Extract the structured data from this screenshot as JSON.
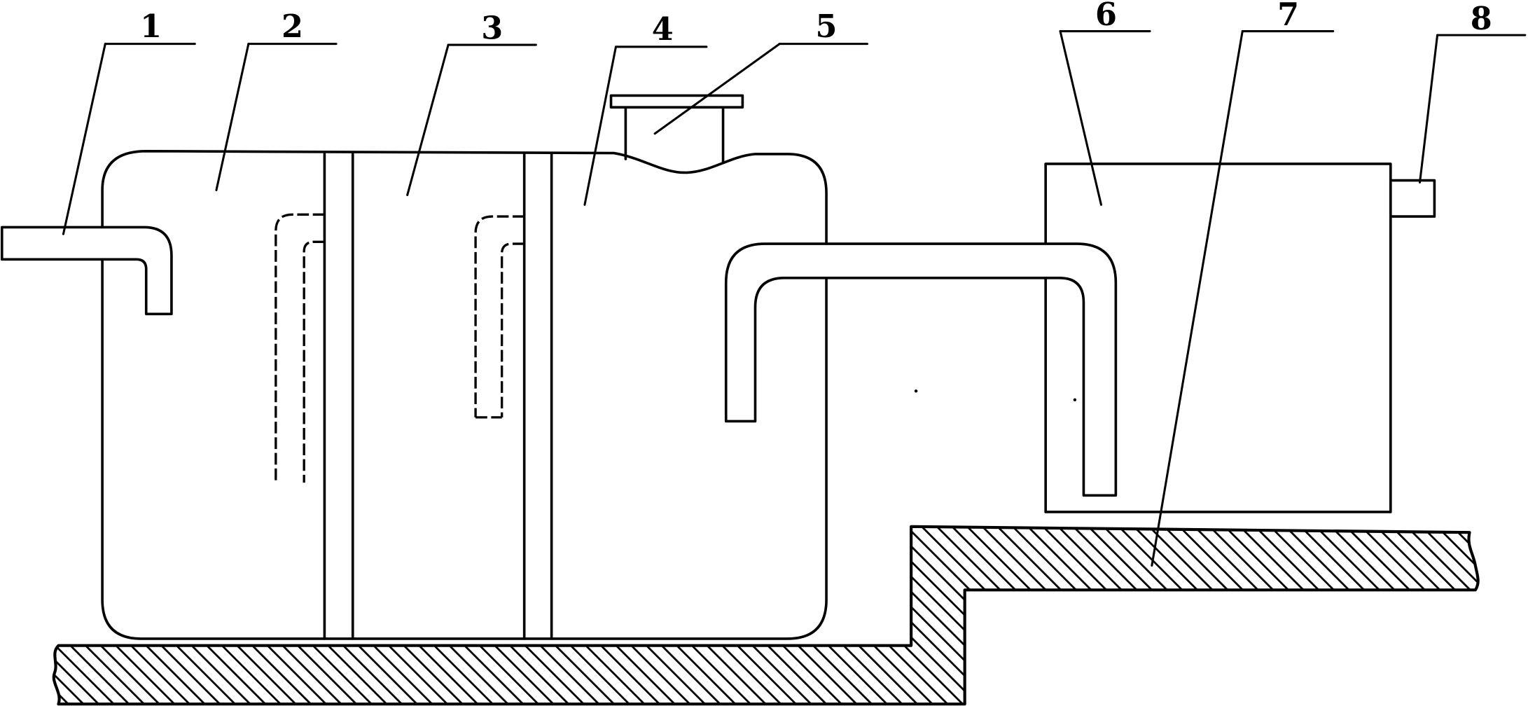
{
  "callouts": [
    "1",
    "2",
    "3",
    "4",
    "5",
    "6",
    "7",
    "8"
  ],
  "colors": {
    "line": "#000000",
    "background": "#ffffff"
  }
}
